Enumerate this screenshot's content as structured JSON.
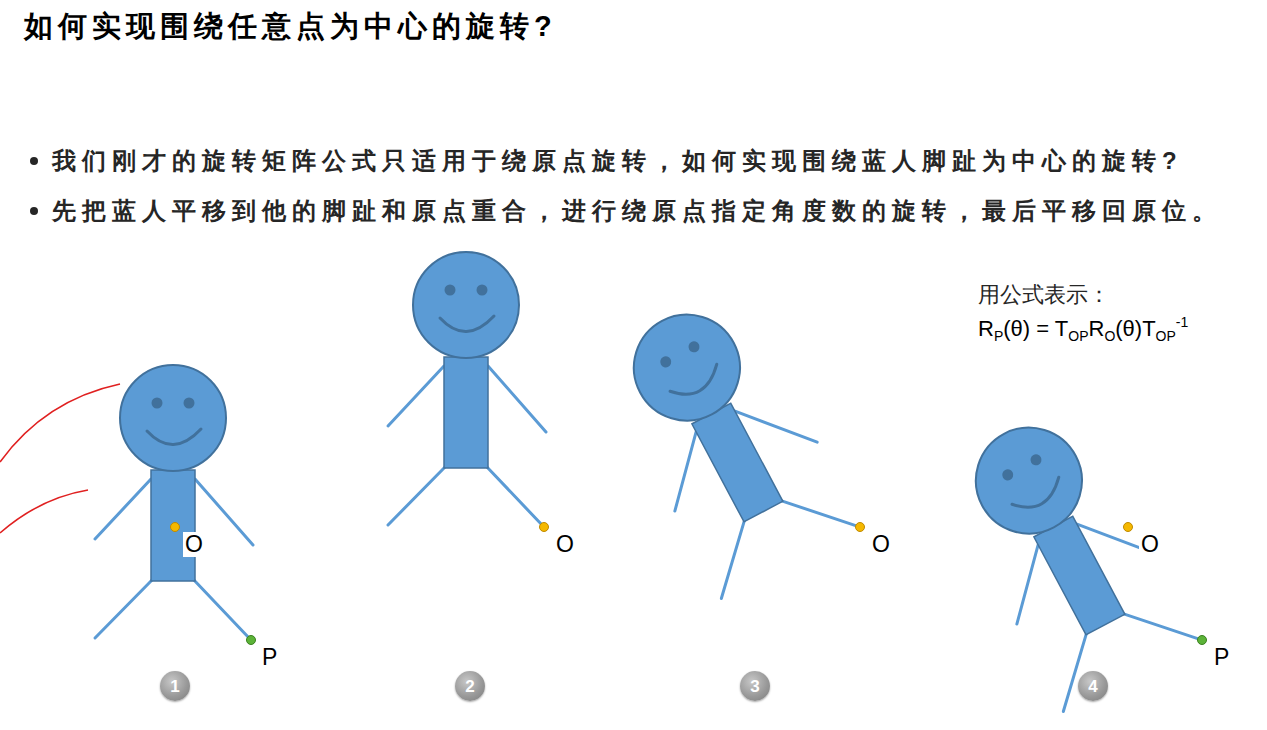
{
  "diagram": {
    "title": "如何实现围绕任意点为中心的旋转?",
    "nodes": [
      {
        "text": [
          "1"
        ]
      },
      {
        "text": [
          "2"
        ]
      },
      {
        "text": [
          "3"
        ]
      },
      {
        "text": [
          "4"
        ]
      }
    ],
    "labels": [
      "我们刚才的旋转矩阵公式只适用于绕原点旋转，如何实现围绕蓝人脚趾为中心的旋转?",
      "先把蓝人平移到他的脚趾和原点重合，进行绕原点指定角度数的旋转，最后平移回原位。",
      "O",
      "P",
      "O",
      "O",
      "用公式表示：",
      "R",
      "P",
      "(θ) = T",
      "OP",
      "R",
      "O",
      "(θ)T",
      "OP",
      "-1",
      "O",
      "P"
    ]
  }
}
